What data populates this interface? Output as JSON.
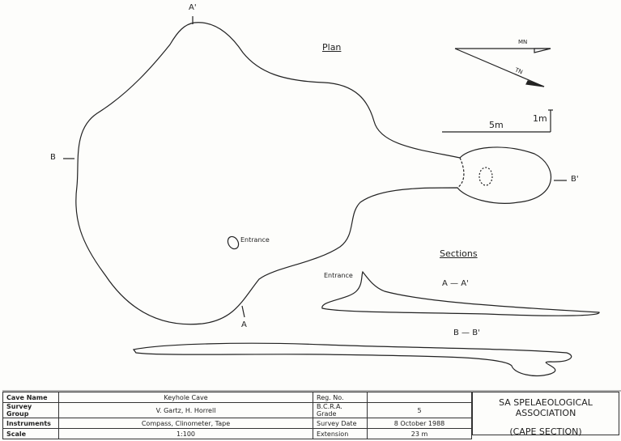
{
  "plan": {
    "title": "Plan",
    "entrance_label": "Entrance",
    "markers": {
      "a": "A",
      "a_prime": "A'",
      "b": "B",
      "b_prime": "B'"
    }
  },
  "north": {
    "magnetic": "MN",
    "true": "TN"
  },
  "scale_bar": {
    "horizontal": "5m",
    "vertical": "1m"
  },
  "sections": {
    "title": "Sections",
    "entrance_label": "Entrance",
    "aa": "A — A'",
    "bb": "B — B'"
  },
  "title_block": {
    "rows": [
      {
        "label": "Cave Name",
        "value": "Keyhole Cave",
        "label2": "Reg. No.",
        "value2": ""
      },
      {
        "label": "Survey Group",
        "value": "V. Gartz, H. Horrell",
        "label2": "B.C.R.A. Grade",
        "value2": "5"
      },
      {
        "label": "Instruments",
        "value": "Compass, Clinometer, Tape",
        "label2": "Survey Date",
        "value2": "8 October 1988"
      },
      {
        "label": "Scale",
        "value": "1:100",
        "label2": "Extension",
        "value2": "23 m"
      }
    ],
    "association": "SA SPELAEOLOGICAL ASSOCIATION",
    "section": "(CAPE SECTION)"
  }
}
